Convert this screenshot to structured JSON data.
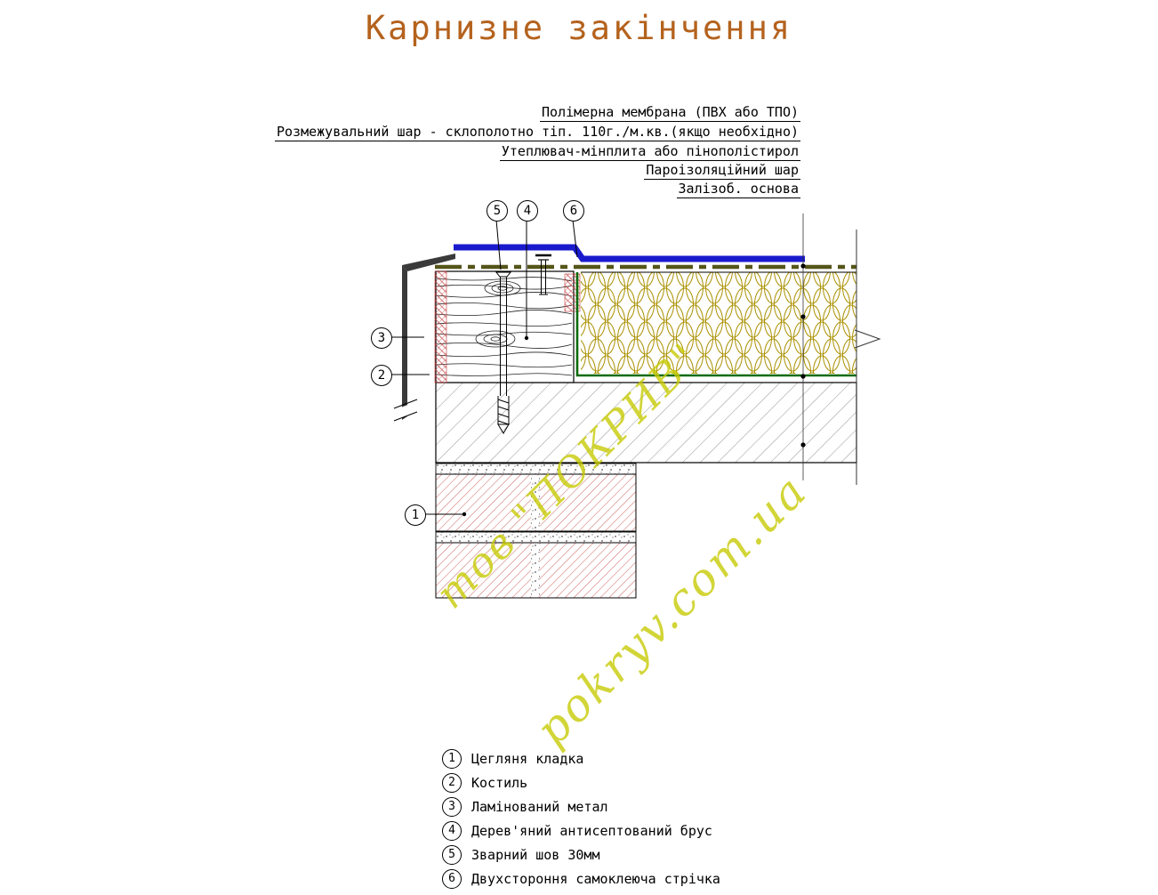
{
  "title": "Карнизне закінчення",
  "layers": {
    "membrane": "Полімерна мембрана (ПВХ або ТПО)",
    "separation": "Розмежувальний шар - склополотно тіп. 110г./м.кв.(якщо необхідно)",
    "insulation": "Утеплювач-мінплита або пінополістирол",
    "vapor": "Пароізоляційний шар",
    "base": "Залізоб. основа"
  },
  "callouts": {
    "c1": "1",
    "c2": "2",
    "c3": "3",
    "c4": "4",
    "c5": "5",
    "c6": "6"
  },
  "legend": [
    {
      "num": "1",
      "text": "Цегляня кладка"
    },
    {
      "num": "2",
      "text": "Костиль"
    },
    {
      "num": "3",
      "text": "Ламінований метал"
    },
    {
      "num": "4",
      "text": "Дерев'яний антисептований брус"
    },
    {
      "num": "5",
      "text": "Зварний шов 30мм"
    },
    {
      "num": "6",
      "text": "Двухстороння самоклеюча стрічка"
    }
  ],
  "watermark": {
    "line1": "тов \"ПОКРИВ\"",
    "line2": "pokryv.com.ua"
  },
  "colors": {
    "title": "#b4621d",
    "membrane_blue": "#1a1acd",
    "vapor_green": "#0b6b0b",
    "insulation_olive": "#a98f00",
    "brick_red": "#c23a3a",
    "watermark_yellow": "#c6ca00"
  }
}
